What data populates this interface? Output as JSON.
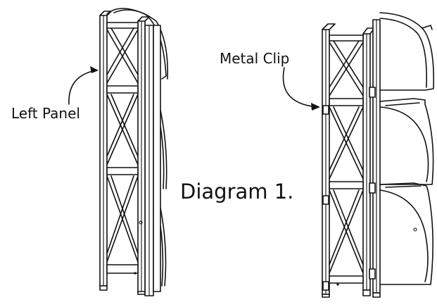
{
  "diagram": {
    "caption": "Diagram 1.",
    "labels": {
      "left_panel": "Left Panel",
      "metal_clip": "Metal Clip"
    }
  }
}
